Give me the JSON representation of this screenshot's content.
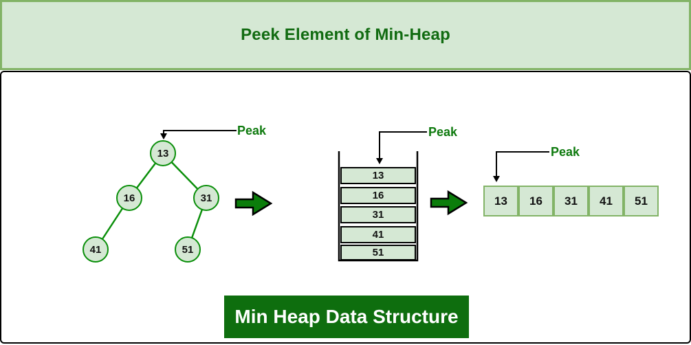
{
  "banner": {
    "title": "Peek Element of Min-Heap"
  },
  "tree": {
    "peak_label": "Peak",
    "nodes": [
      {
        "value": "13",
        "role": "root"
      },
      {
        "value": "16",
        "role": "left-child"
      },
      {
        "value": "31",
        "role": "right-child"
      },
      {
        "value": "41",
        "role": "leaf"
      },
      {
        "value": "51",
        "role": "leaf"
      }
    ],
    "edges": [
      [
        "13",
        "16"
      ],
      [
        "13",
        "31"
      ],
      [
        "16",
        "41"
      ],
      [
        "31",
        "51"
      ]
    ]
  },
  "stack": {
    "peak_label": "Peak",
    "values": [
      "13",
      "16",
      "31",
      "41",
      "51"
    ]
  },
  "array": {
    "peak_label": "Peak",
    "values": [
      "13",
      "16",
      "31",
      "41",
      "51"
    ]
  },
  "caption": "Min Heap Data Structure",
  "icons": {
    "flow_arrow": "block-arrow-right-icon",
    "peak_pointer": "elbow-arrow-down-icon"
  },
  "colors": {
    "banner_fill": "#d5e8d4",
    "banner_border": "#82b366",
    "title_text": "#116b11",
    "node_fill": "#d5e8d4",
    "node_border": "#0a8f0a",
    "tree_edge": "#0a8f0a",
    "peak_text": "#0e7a0e",
    "pointer_line": "#000000",
    "flow_arrow_fill": "#0b7d0b",
    "stack_cell_border": "#000000",
    "array_cell_border": "#82b366",
    "caption_bg": "#0e6e0e",
    "caption_text": "#ffffff"
  }
}
